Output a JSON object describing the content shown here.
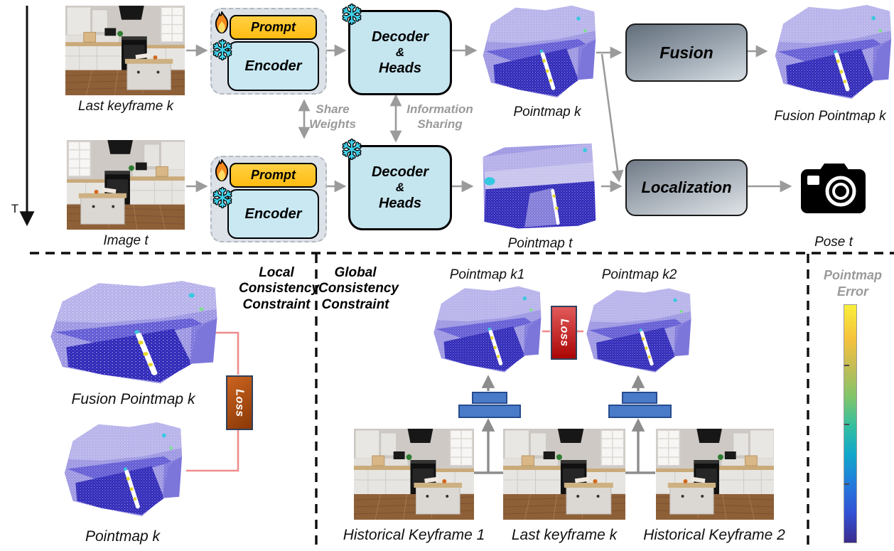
{
  "top": {
    "timeline_label": "T",
    "rows": [
      {
        "input_label": "Last keyframe k",
        "prompt": "Prompt",
        "encoder": "Encoder",
        "decoder_lines": [
          "Decoder",
          "&",
          "Heads"
        ],
        "pointmap_label": "Pointmap k"
      },
      {
        "input_label": "Image t",
        "prompt": "Prompt",
        "encoder": "Encoder",
        "decoder_lines": [
          "Decoder",
          "&",
          "Heads"
        ],
        "pointmap_label": "Pointmap t"
      }
    ],
    "share_weights_lines": [
      "Share",
      "Weights"
    ],
    "information_sharing_lines": [
      "Information",
      "Sharing"
    ],
    "fusion_label": "Fusion",
    "fusion_pointmap_label": "Fusion Pointmap k",
    "localization_label": "Localization",
    "pose_label": "Pose t"
  },
  "local": {
    "title_lines": [
      "Local",
      "Consistency",
      "Constraint"
    ],
    "fusion_pointmap_label": "Fusion Pointmap k",
    "pointmap_label": "Pointmap k",
    "loss_label": "Loss"
  },
  "global": {
    "title_lines": [
      "Global",
      "Consistency",
      "Constraint"
    ],
    "pointmap_k1_label": "Pointmap k1",
    "pointmap_k2_label": "Pointmap k2",
    "loss_label": "Loss",
    "keyframe_labels": [
      "Historical Keyframe 1",
      "Last keyframe k",
      "Historical Keyframe 2"
    ]
  },
  "colorbar": {
    "title_lines": [
      "Pointmap",
      "Error"
    ],
    "colormap": "parula-reversed",
    "colormap_stops": [
      "#F8EF3C",
      "#F6C33C",
      "#C4BD55",
      "#7FC56C",
      "#33BFA0",
      "#0FA7CB",
      "#2479DD",
      "#3350D4",
      "#3A2D8C"
    ]
  },
  "icons": {
    "fire-icon": "🔥",
    "snowflake-icon": "❄",
    "camera-icon": "📷"
  },
  "colors": {
    "prompt_yellow": "#FFC41F",
    "module_blue": "#C8E7F1",
    "group_gray": "#DDE2E8",
    "fusion_gradient_from": "#626E7B",
    "fusion_gradient_to": "#D6DDE3",
    "loss_local_from": "#CB6420",
    "loss_local_to": "#8A3806",
    "loss_global_from": "#E15A5A",
    "loss_global_to": "#AC0505",
    "bar_blue": "#4A7BC8",
    "arrow_gray": "#9B9B9B",
    "link_salmon": "#F08C8C",
    "snowflake_cyan": "#41D4EC",
    "fire_orange": "#F4891C"
  }
}
